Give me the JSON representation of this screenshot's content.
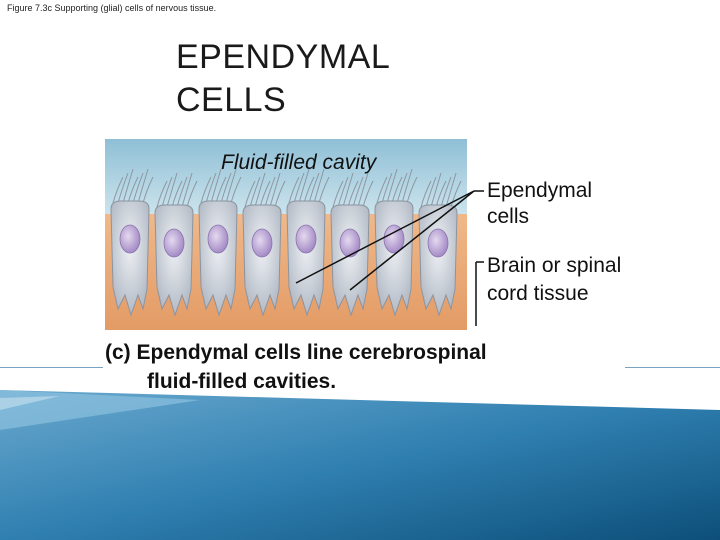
{
  "header": {
    "figure_caption": "Figure 7.3c Supporting (glial) cells of nervous tissue."
  },
  "slide": {
    "title_line1": "EPENDYMAL",
    "title_line2": "CELLS"
  },
  "diagram": {
    "labels": {
      "cavity": "Fluid-filled cavity",
      "ependymal": "Ependymal cells",
      "tissue": "Brain or spinal cord tissue"
    },
    "caption_line1": "(c) Ependymal cells line cerebrospinal",
    "caption_line2": "fluid-filled cavities."
  },
  "colors": {
    "fluid": "#a9cfe0",
    "tissue": "#e8a876",
    "cell": "#c9ced6",
    "nucleus": "#b7a1cf",
    "footer_dark": "#0d4f7a",
    "footer_light": "#5f9fc6"
  }
}
